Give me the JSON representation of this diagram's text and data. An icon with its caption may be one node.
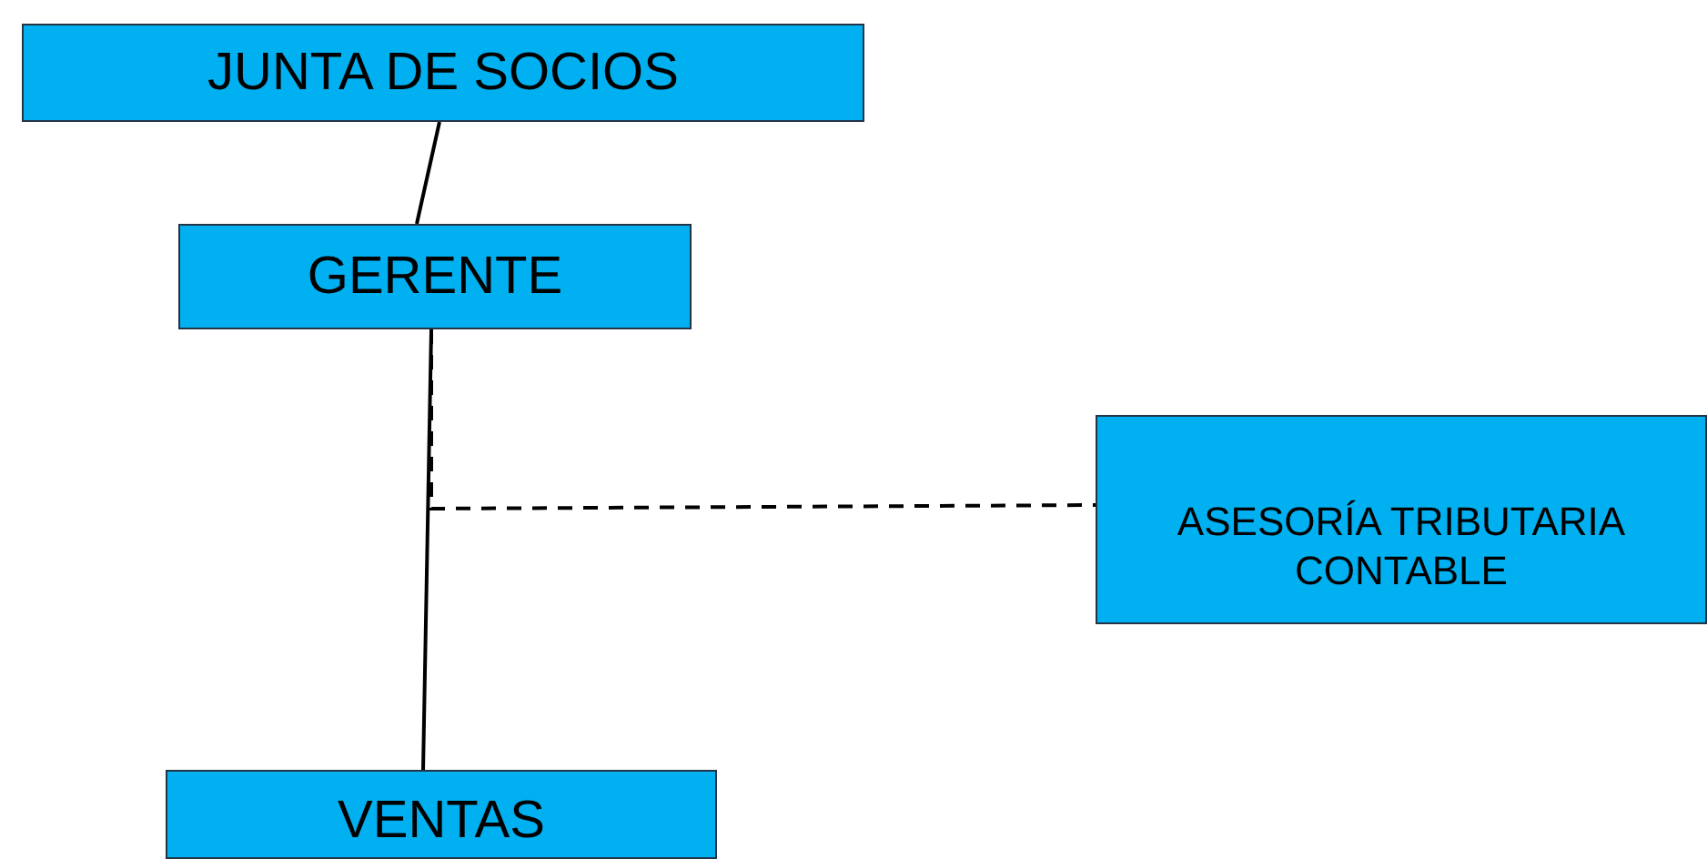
{
  "diagram": {
    "nodes": [
      {
        "text": [
          "JUNTA DE SOCIOS"
        ]
      },
      {
        "text": [
          "GERENTE"
        ]
      },
      {
        "text": [
          "ASESORÍA TRIBUTARIA CONTABLE"
        ]
      },
      {
        "text": [
          "VENTAS"
        ]
      }
    ],
    "edges": [
      {
        "from": 0,
        "to": 1,
        "arrow": "none"
      },
      {
        "from": 1,
        "to": 3,
        "arrow": "none"
      },
      {
        "from": 1,
        "to": 2,
        "arrow": "none",
        "style": "dashed"
      }
    ]
  }
}
